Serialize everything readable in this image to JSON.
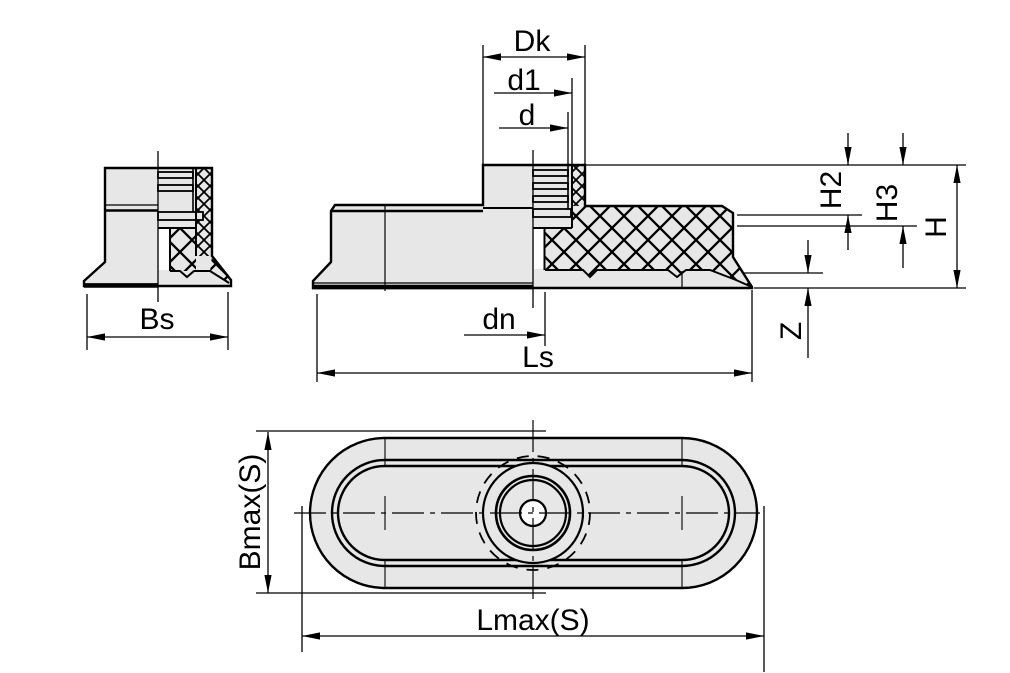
{
  "drawing": {
    "kind": "technical-drawing-oval-suction-cup",
    "colors": {
      "part_fill": "#e7e7e7",
      "line": "#000000",
      "background": "#ffffff"
    },
    "dims": {
      "dk": "Dk",
      "d1": "d1",
      "d": "d",
      "dn": "dn",
      "ls": "Ls",
      "bs": "Bs",
      "h2": "H2",
      "h3": "H3",
      "h": "H",
      "z": "Z",
      "bmax_s": "Bmax(S)",
      "lmax_s": "Lmax(S)"
    }
  }
}
